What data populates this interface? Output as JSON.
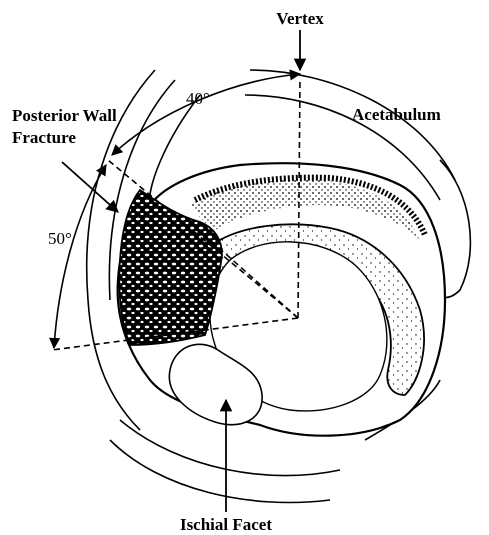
{
  "labels": {
    "vertex": "Vertex",
    "acetabulum": "Acetabulum",
    "posterior_wall_line1": "Posterior Wall",
    "posterior_wall_line2": "Fracture",
    "angle_40": "40°",
    "angle_50": "50°",
    "ischial_facet": "Ischial Facet"
  },
  "colors": {
    "ink": "#000000",
    "background": "#ffffff"
  },
  "icons": {
    "arrow": "arrowhead"
  }
}
